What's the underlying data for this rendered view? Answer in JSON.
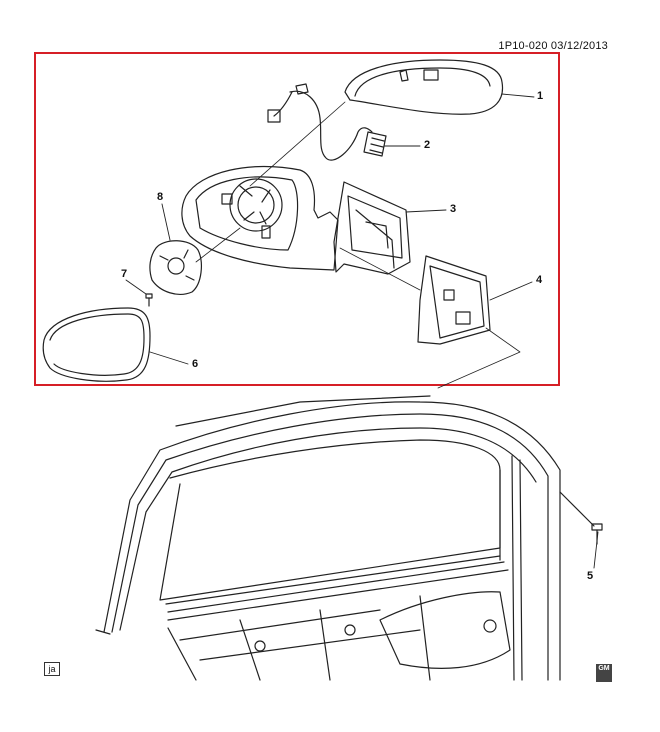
{
  "header": {
    "doc_id": "1P10-020  03/12/2013"
  },
  "callouts": {
    "c1": "1",
    "c2": "2",
    "c3": "3",
    "c4": "4",
    "c5": "5",
    "c6": "6",
    "c7": "7",
    "c8": "8"
  },
  "footer": {
    "badge": "ja",
    "logo_text": "GM"
  },
  "colors": {
    "frame": "#d61f26",
    "line": "#222222"
  }
}
